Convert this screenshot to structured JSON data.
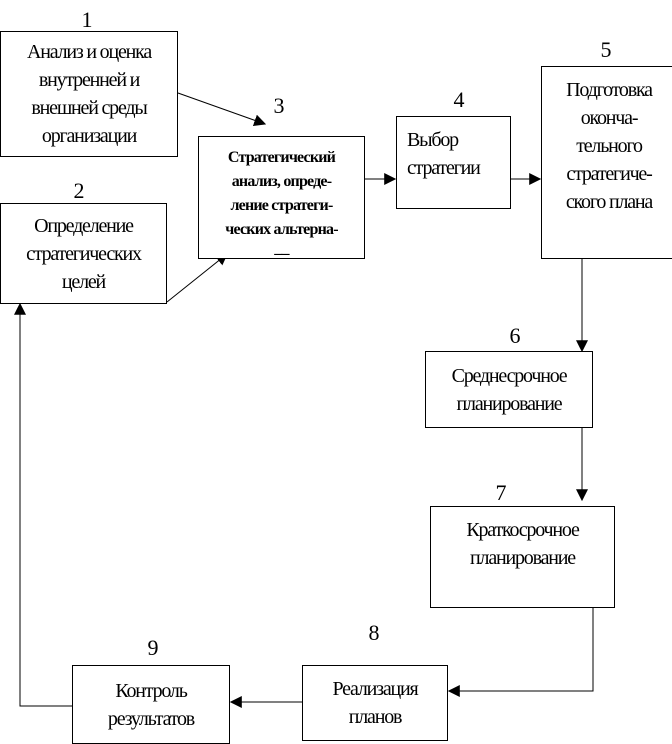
{
  "diagram": {
    "blocks": [
      {
        "id": "b1",
        "number": "1",
        "label": "Анализ и оценка\nвнутренней и\nвнешней среды\nорганизации"
      },
      {
        "id": "b2",
        "number": "2",
        "label": "Определение\nстратегических\nцелей"
      },
      {
        "id": "b3",
        "number": "3",
        "label": "Стратегический\nанализ, опреде-\nление стратеги-\nческих альтерна-\n––"
      },
      {
        "id": "b4",
        "number": "4",
        "label": "Выбор\nстратегии"
      },
      {
        "id": "b5",
        "number": "5",
        "label": "Подготовка\nоконча-\nтельного\nстратегиче-\nского плана"
      },
      {
        "id": "b6",
        "number": "6",
        "label": "Среднесрочное\nпланирование"
      },
      {
        "id": "b7",
        "number": "7",
        "label": "Краткосрочное\nпланирование"
      },
      {
        "id": "b8",
        "number": "8",
        "label": "Реализация\nпланов"
      },
      {
        "id": "b9",
        "number": "9",
        "label": "Контроль\nрезультатов"
      }
    ],
    "flows": [
      {
        "from": "1",
        "to": "3"
      },
      {
        "from": "2",
        "to": "3"
      },
      {
        "from": "3",
        "to": "4"
      },
      {
        "from": "4",
        "to": "5"
      },
      {
        "from": "5",
        "to": "6"
      },
      {
        "from": "6",
        "to": "7"
      },
      {
        "from": "7",
        "to": "8"
      },
      {
        "from": "8",
        "to": "9"
      },
      {
        "from": "9",
        "to": "2"
      }
    ]
  }
}
